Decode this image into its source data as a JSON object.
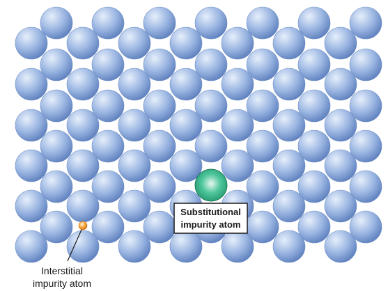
{
  "labels": {
    "substitutional_line1": "Substitutional",
    "substitutional_line2": "impurity atom",
    "interstitial_line1": "Interstitial",
    "interstitial_line2": "impurity atom"
  },
  "colors": {
    "host_atom_light": "#e6effb",
    "host_atom_mid": "#9bb6e2",
    "host_atom_dark": "#5d7fbd",
    "substitutional_atom_light": "#e8f7f0",
    "substitutional_atom_mid": "#2fa27a",
    "substitutional_atom_dark": "#0f6a4b",
    "interstitial_atom_light": "#fff1d6",
    "interstitial_atom_mid": "#f3a33a",
    "interstitial_atom_dark": "#cc6d10",
    "label_border": "#1a1a1a",
    "label_fill": "#ffffff",
    "text": "#1a1a1a"
  }
}
